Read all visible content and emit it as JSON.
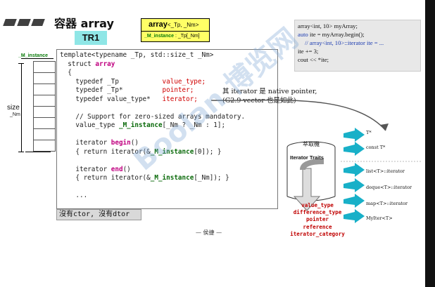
{
  "slide": {
    "title": "容器 array",
    "tr1": "TR1",
    "array_box": {
      "name": "array",
      "params": "<_Tp, _Nm>",
      "member_prefix": "_M_instance",
      "member_suffix": " : _Tp[_Nm]"
    },
    "m_instance_label": "_M_instance",
    "size_label": "size",
    "nm_label": "_Nm",
    "code_lines": [
      "template<typename _Tp, std::size_t _Nm>",
      "  struct array",
      "  {",
      "    typedef _Tp           value_type;",
      "    typedef _Tp*          pointer;",
      "    typedef value_type*   iterator;",
      "",
      "    // Support for zero-sized arrays mandatory.",
      "    value_type _M_instance[_Nm ? _Nm : 1];",
      "",
      "    iterator begin()",
      "    { return iterator(&_M_instance[0]); }",
      "",
      "    iterator end()",
      "    { return iterator(&_M_instance[_Nm]); }",
      "",
      "    ..."
    ],
    "annotation_line1": "其 iterator 是 native pointer,",
    "annotation_line2": "(G2.9 vector 也是如此)",
    "ctor_note": "沒有ctor, 沒有dtor",
    "author": "— 侯捷 —",
    "snippet": [
      "array<int, 10> myArray;",
      "auto ite = myArray.begin();",
      "// array<int, 10>::iterator ite = ...",
      "ite += 3;",
      "cout << *ite;"
    ],
    "diagram": {
      "extractor": "萃取機",
      "traits": "Iterator Traits",
      "inputs": [
        "T*",
        "const T*",
        "list<T>::iterator",
        "deque<T>::iterator",
        "map<T>::iterator",
        "MyIter<T>"
      ],
      "outputs": [
        "value_type",
        "difference_type",
        "pointer",
        "reference",
        "iterator_category"
      ]
    },
    "watermark": "Boolan 博览网"
  }
}
